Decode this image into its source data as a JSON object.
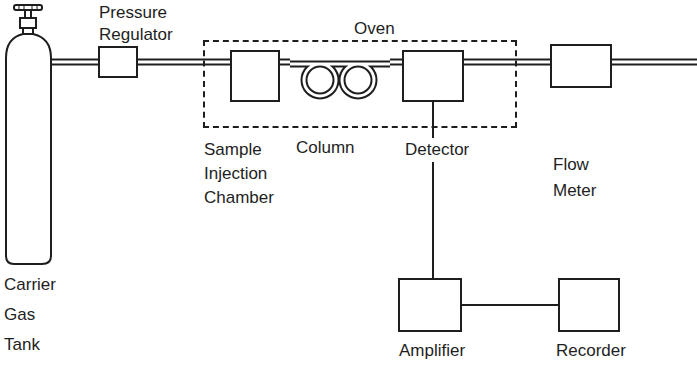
{
  "diagram": {
    "nodes": [
      {
        "text": [
          "Pressure Regulator"
        ]
      },
      {
        "text": [
          "Oven"
        ]
      },
      {
        "text": [
          "Sample Injection Chamber"
        ],
        "in": 1
      },
      {
        "text": [
          "Column"
        ],
        "in": 1
      },
      {
        "text": [
          "Detector"
        ],
        "in": 1
      },
      {
        "text": [
          "Flow Meter"
        ]
      },
      {
        "text": [
          "Carrier Gas Tank"
        ]
      },
      {
        "text": [
          "Amplifier"
        ]
      },
      {
        "text": [
          "Recorder"
        ]
      }
    ],
    "edges": [
      {
        "from": 6,
        "to": 0,
        "arrow": "none"
      },
      {
        "from": 0,
        "to": 2,
        "arrow": "none"
      },
      {
        "from": 2,
        "to": 3,
        "arrow": "none"
      },
      {
        "from": 3,
        "to": 4,
        "arrow": "none"
      },
      {
        "from": 4,
        "to": 5,
        "arrow": "none"
      },
      {
        "from": 4,
        "to": 7,
        "arrow": "none"
      },
      {
        "from": 7,
        "to": 8,
        "arrow": "none"
      }
    ]
  }
}
